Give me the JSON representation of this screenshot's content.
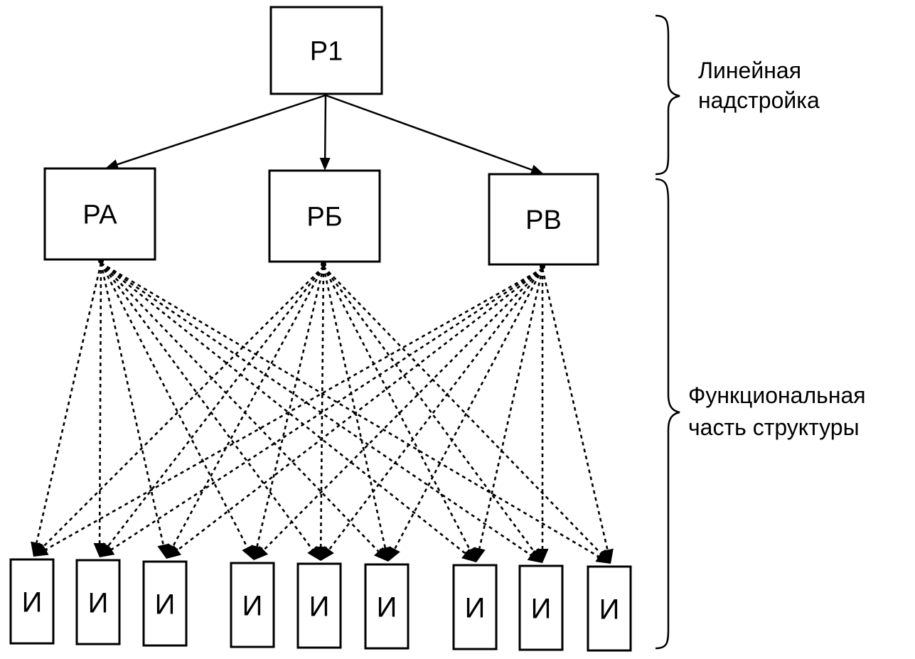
{
  "nodes": {
    "top": {
      "label": "Р1"
    },
    "middle": [
      {
        "label": "РА"
      },
      {
        "label": "РБ"
      },
      {
        "label": "РВ"
      }
    ],
    "bottom": [
      {
        "label": "И"
      },
      {
        "label": "И"
      },
      {
        "label": "И"
      },
      {
        "label": "И"
      },
      {
        "label": "И"
      },
      {
        "label": "И"
      },
      {
        "label": "И"
      },
      {
        "label": "И"
      },
      {
        "label": "И"
      }
    ]
  },
  "braces": {
    "upper": {
      "line1": "Линейная",
      "line2": "надстройка"
    },
    "lower": {
      "line1": "Функциональная",
      "line2": "часть структуры"
    }
  }
}
